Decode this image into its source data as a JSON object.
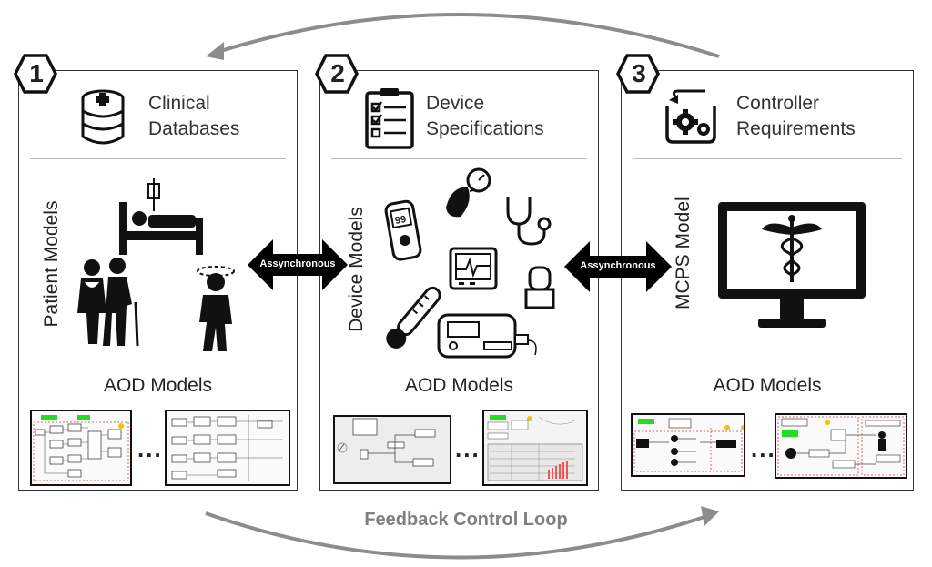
{
  "panels": [
    {
      "number": "1",
      "title_line1": "Clinical",
      "title_line2": "Databases",
      "side_label": "Patient Models",
      "bottom_label": "AOD Models",
      "dots": "..."
    },
    {
      "number": "2",
      "title_line1": "Device",
      "title_line2": "Specifications",
      "side_label": "Device Models",
      "bottom_label": "AOD Models",
      "dots": "..."
    },
    {
      "number": "3",
      "title_line1": "Controller",
      "title_line2": "Requirements",
      "side_label": "MCPS Model",
      "bottom_label": "AOD Models",
      "dots": "..."
    }
  ],
  "connectors": [
    {
      "label": "Assynchronous"
    },
    {
      "label": "Assynchronous"
    }
  ],
  "feedback_label": "Feedback Control Loop",
  "glucometer_reading": "99",
  "colors": {
    "arc": "#8c8c8c",
    "feedback_text": "#7f7f7f",
    "accent_green": "#22dd22",
    "accent_yellow": "#f2c200",
    "accent_red": "#d63b3b"
  },
  "icons": [
    "database-icon",
    "checklist-icon",
    "gears-icon",
    "hospital-bed-icon",
    "elderly-couple-icon",
    "dizzy-person-icon",
    "glucometer-icon",
    "blood-pressure-icon",
    "stethoscope-icon",
    "monitor-icon",
    "thermometer-icon",
    "pump-icon",
    "infusion-pump-icon",
    "computer-monitor-icon",
    "caduceus-icon"
  ]
}
